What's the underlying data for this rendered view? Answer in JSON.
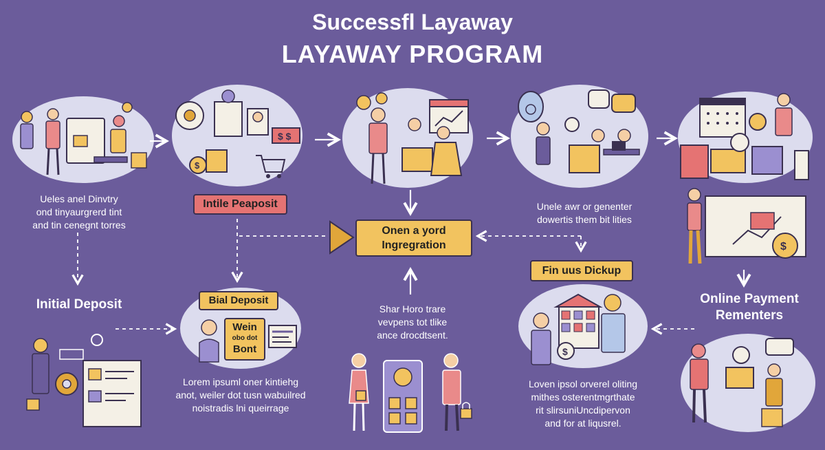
{
  "header": {
    "title_line1": "Successfl Layaway",
    "title_line2": "LAYAWAY PROGRAM"
  },
  "captions": {
    "c1": [
      "Ueles anel Dinvtry",
      "ond tinyaurgrerd tint",
      "and tin cenegnt torres"
    ],
    "c2": [
      "Unele awr or genenter",
      "dowertis them bit lities"
    ],
    "c3": [
      "Shar Horo trare",
      "vevpens tot tlike",
      "ance drocdtsent."
    ],
    "c4": [
      "Lorem ipsuml oner kintiehg",
      "anot, weiler dot tusn wabuilred",
      "noistradis lni queirrage"
    ],
    "c5": [
      "Loven ipsol orverel oliting",
      "mithes osterentmgrthate",
      "rit slirsuniUncdipervon",
      "and for at liqusrel."
    ]
  },
  "labels": {
    "pink_box": "Intile Peaposit",
    "center_box": [
      "Onen a yord",
      "Ingregration"
    ],
    "pickup_box": "Fin uus Dickup",
    "bial_box": "Bial Deposit",
    "initial_deposit": "Initial Deposit",
    "online_payment": [
      "Online Payment",
      "Rementers"
    ],
    "sign_card": [
      "Wein",
      "obo dot",
      "Bont"
    ]
  },
  "icons": {
    "dollar": "dollar-coin-icon",
    "cart": "shopping-cart-icon",
    "calendar": "calendar-icon",
    "chart": "chart-icon",
    "gear": "gear-icon",
    "lock": "padlock-icon",
    "arrow": "arrow-icon"
  },
  "colors": {
    "background": "#6b5c9b",
    "oval": "#dcdcee",
    "box_yellow": "#f2c35f",
    "box_pink": "#e57373",
    "play_triangle": "#e1a63a"
  }
}
